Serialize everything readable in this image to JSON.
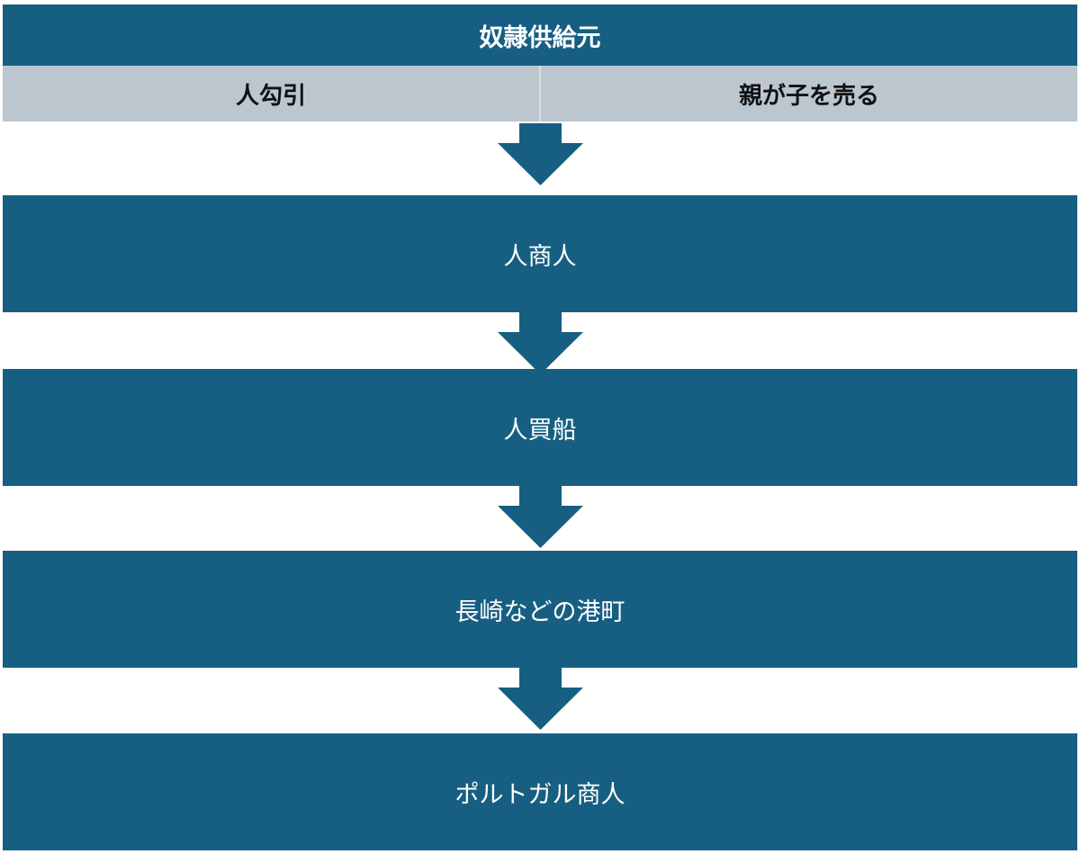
{
  "header": {
    "title": "奴隷供給元"
  },
  "sources": [
    {
      "label": "人勾引"
    },
    {
      "label": "親が子を売る"
    }
  ],
  "stages": [
    {
      "label": "人商人"
    },
    {
      "label": "人買船"
    },
    {
      "label": "長崎などの港町"
    },
    {
      "label": "ポルトガル商人"
    }
  ],
  "colors": {
    "primary": "#175f82",
    "secondary": "#bcc6cf",
    "text_light": "#ffffff",
    "text_dark": "#111111"
  },
  "icons": {
    "flow_arrow": "arrow-down-icon"
  }
}
